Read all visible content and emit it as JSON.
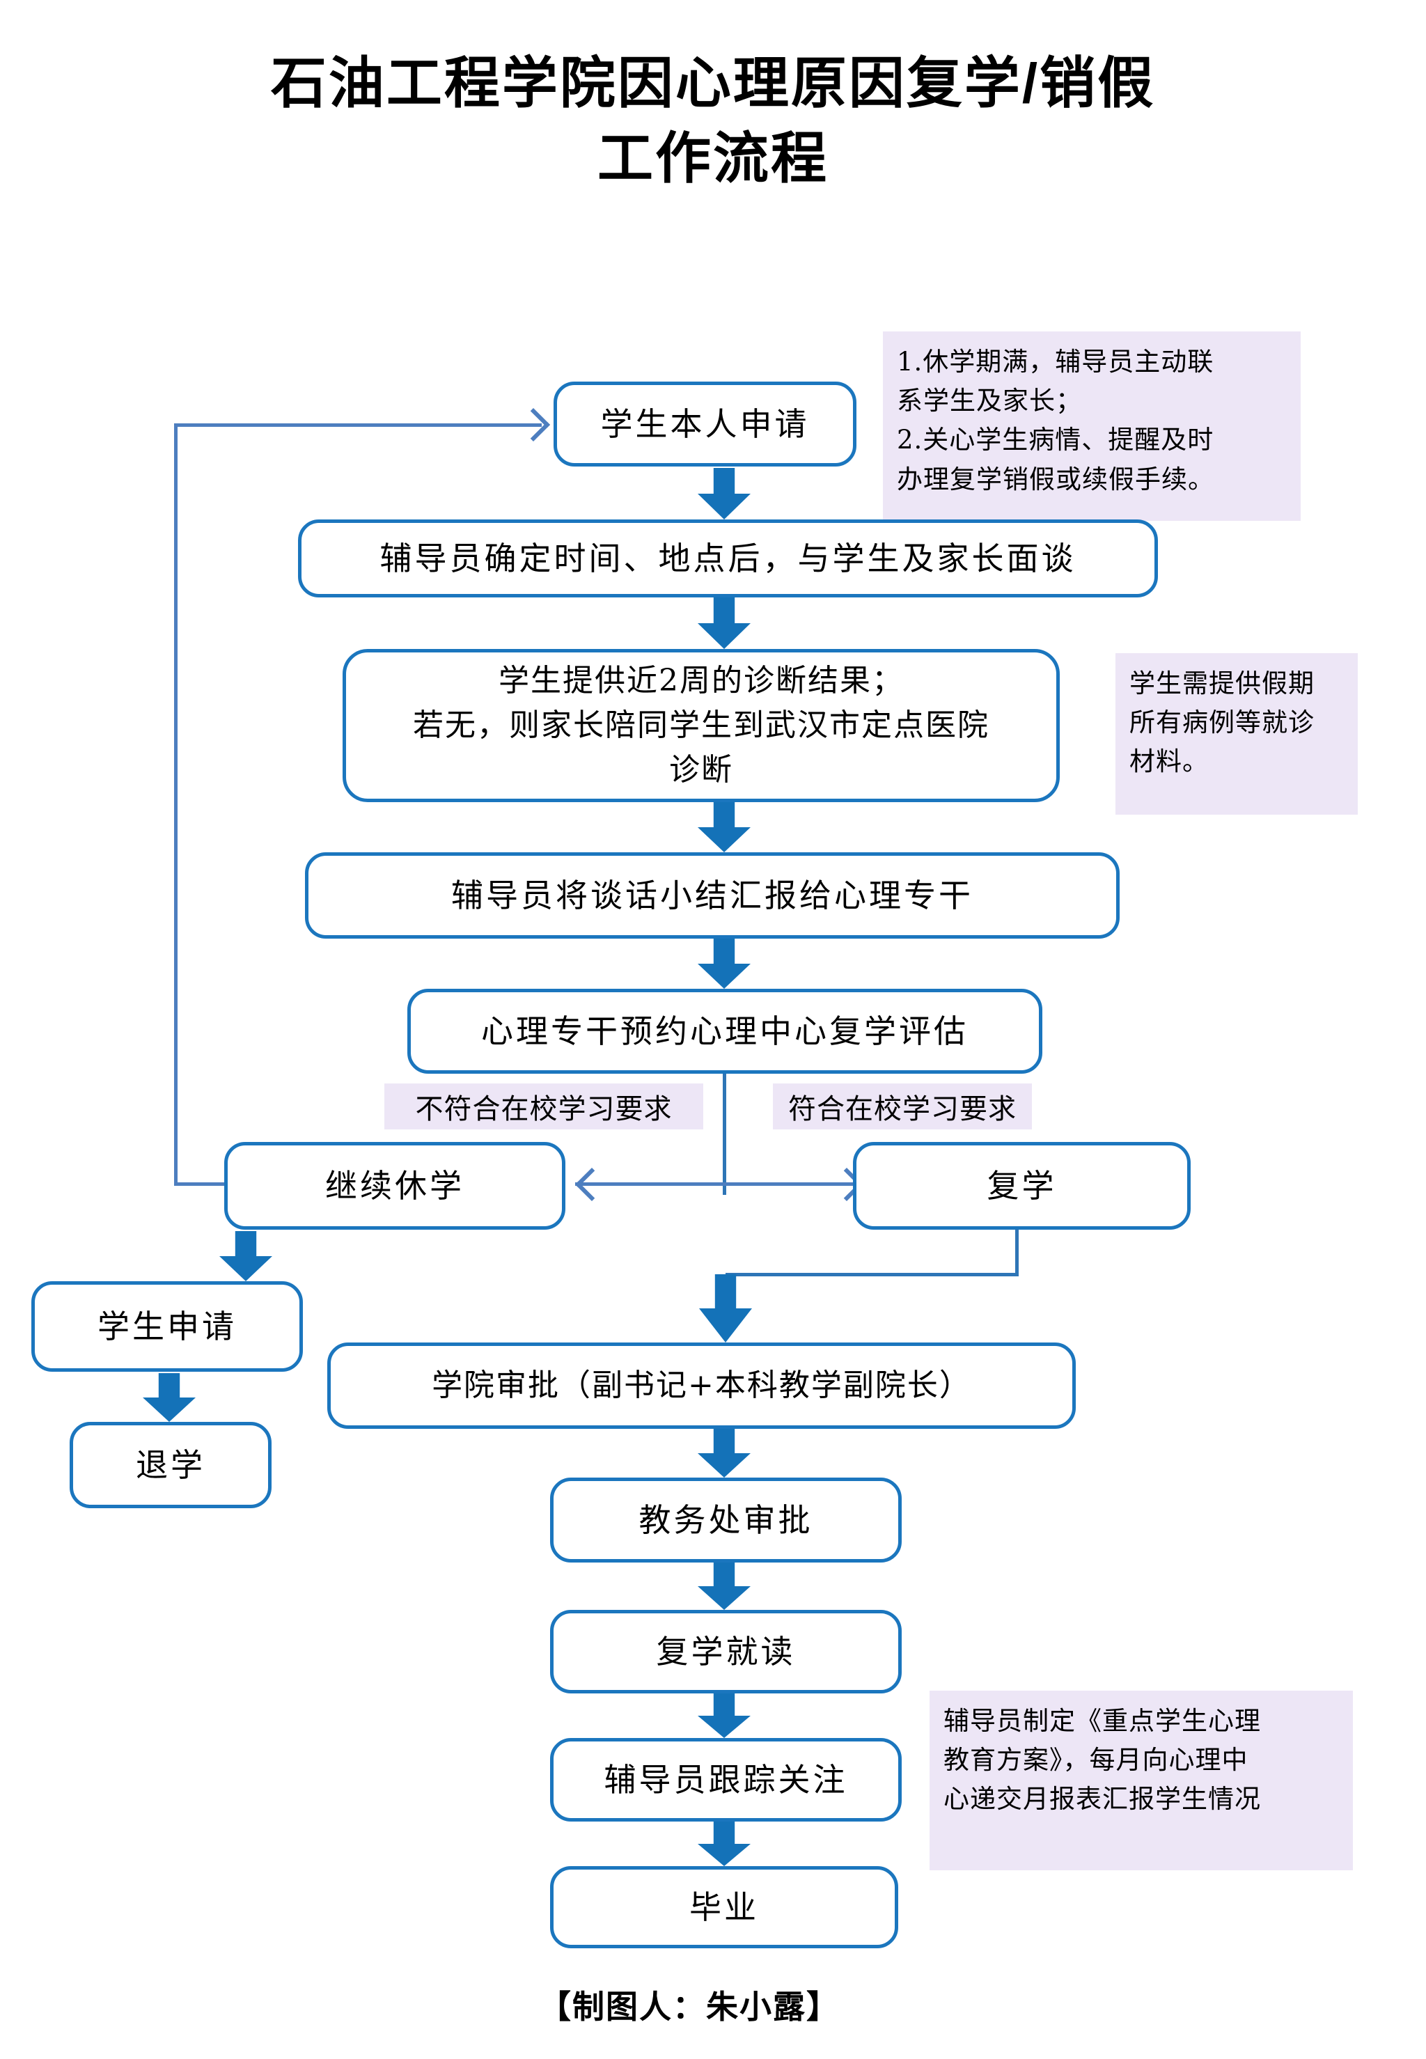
{
  "page": {
    "title": "石油工程学院因心理原因复学/销假\n工作流程",
    "footer": "【制图人：朱小露】"
  },
  "flow": {
    "nodes": {
      "apply_self": "学生本人申请",
      "interview": "辅导员确定时间、地点后，与学生及家长面谈",
      "diagnosis": "学生提供近2周的诊断结果；\n若无，则家长陪同学生到武汉市定点医院\n诊断",
      "report_to_specialist": "辅导员将谈话小结汇报给心理专干",
      "evaluation": "心理专干预约心理中心复学评估",
      "continue_suspension": "继续休学",
      "resume_school": "复学",
      "student_apply": "学生申请",
      "drop_out": "退学",
      "college_approval": "学院审批（副书记+本科教学副院长）",
      "academic_office_approval": "教务处审批",
      "resume_study": "复学就读",
      "counselor_follow": "辅导员跟踪关注",
      "graduation": "毕业"
    },
    "branch_labels": {
      "fail": "不符合在校学习要求",
      "pass": "符合在校学习要求"
    },
    "notes": {
      "contact_reminder": "1.休学期满，辅导员主动联\n系学生及家长；\n2.关心学生病情、提醒及时\n办理复学销假或续假手续。",
      "medical_records": "学生需提供假期\n所有病例等就诊\n材料。",
      "education_plan": "辅导员制定《重点学生心理\n教育方案》，每月向心理中\n心递交月报表汇报学生情况"
    },
    "colors": {
      "node_border": "#1B76BE",
      "block_arrow": "#1472B8",
      "connector_line": "#4D7EBF",
      "note_background": "#EDE6F6",
      "text": "#000000"
    }
  }
}
